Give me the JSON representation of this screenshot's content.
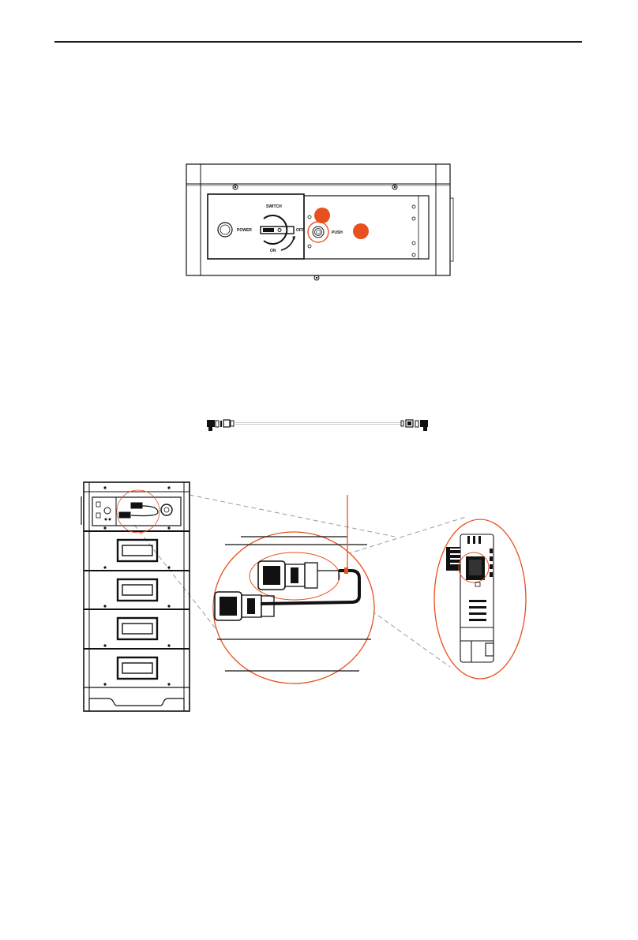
{
  "page": {
    "header_rule": true
  },
  "colors": {
    "accent": "#E8501E",
    "line": "#111111",
    "dashed_leader": "#9a9a9a"
  },
  "figures": {
    "control_panel": {
      "labels": {
        "power": "POWER",
        "switch": "SWITCH",
        "off": "OFF",
        "on": "ON",
        "push": "PUSH"
      },
      "callouts": [
        "marker-1",
        "marker-2"
      ],
      "icons": [
        "power-button-icon",
        "rotary-switch-icon",
        "push-button-icon",
        "screw-icon"
      ]
    },
    "cable": {
      "description": "parallel communication cable with connectors at both ends",
      "icons": [
        "connector-left-icon",
        "connector-right-icon"
      ]
    },
    "battery_stack": {
      "modules": 4,
      "icons": [
        "battery-module-handle-icon",
        "connector-detail-icon",
        "side-connector-detail-icon"
      ]
    }
  }
}
